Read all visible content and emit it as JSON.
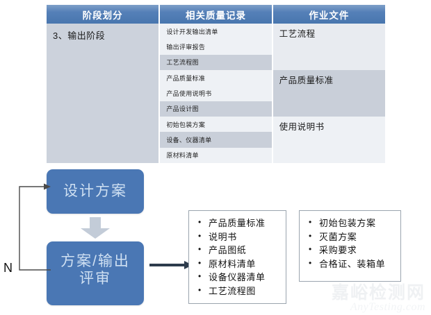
{
  "table": {
    "headers": [
      "阶段划分",
      "相关质量记录",
      "作业文件"
    ],
    "stage": "3、输出阶段",
    "records": [
      "设计开发输出清单",
      "输出评审报告",
      "工艺流程图",
      "产品质量标准",
      "产品使用说明书",
      "产品设计图",
      "初始包装方案",
      "设备、仪器清单",
      "原材料清单"
    ],
    "documents": [
      "工艺流程",
      "产品质量标准",
      "使用说明书"
    ]
  },
  "flow": {
    "box_design": "设计方案",
    "box_review": "方案/输出\n评审",
    "loop_label": "N",
    "list_left": [
      "产品质量标准",
      "说明书",
      "产品图纸",
      "原材料清单",
      "设备仪器清单",
      "工艺流程图"
    ],
    "list_right": [
      "初始包装方案",
      "灭菌方案",
      "采购要求",
      "合格证、装箱单"
    ]
  },
  "watermark": {
    "cn": "嘉峪检测网",
    "en": "AnyTesting.com"
  },
  "colors": {
    "header_blue": "#4876ae",
    "box_blue": "#4a77b4",
    "row_light": "#eef1f5",
    "row_dark": "#c9cfd9",
    "stage_bg": "#ccd2dc",
    "arrow_dark": "#2d3b4c",
    "arrow_gray": "#c3ccd8"
  }
}
